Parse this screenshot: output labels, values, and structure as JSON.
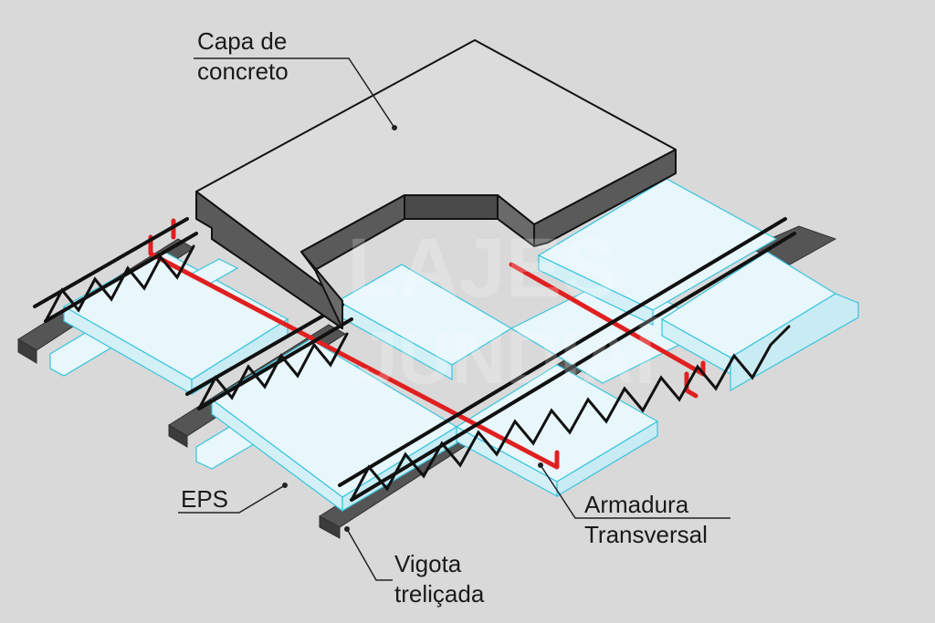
{
  "labels": {
    "capa_line1": "Capa de",
    "capa_line2": "concreto",
    "eps": "EPS",
    "armadura_line1": "Armadura",
    "armadura_line2": "Transversal",
    "vigota_line1": "Vigota",
    "vigota_line2": "treliçada"
  },
  "watermark": {
    "line1": "LAJES",
    "line2": "JUNDIAÍ"
  },
  "colors": {
    "background": "#d9d9d9",
    "concrete_top": "#dcdcdc",
    "concrete_side": "#5a5a5a",
    "eps_fill": "#e8f7fb",
    "eps_stroke": "#35c4df",
    "beam": "#555555",
    "truss": "#111111",
    "rebar": "#e02020"
  }
}
